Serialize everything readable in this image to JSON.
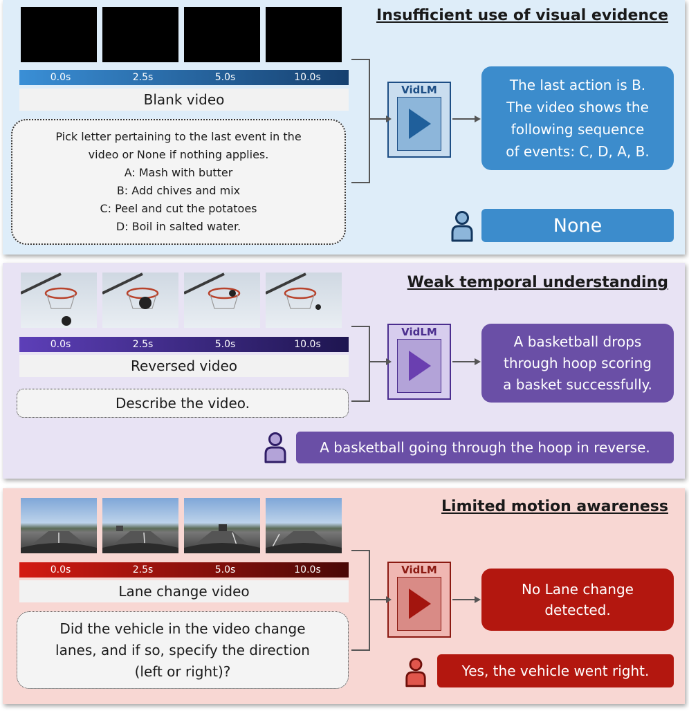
{
  "panels": [
    {
      "heading": "Insufficient use of visual evidence",
      "colors": {
        "bg": "#deedf9",
        "accent": "#3c8ccc",
        "dark": "#1d4e85",
        "inner": "#8db6da",
        "play": "#1f5f9b"
      },
      "timeline": [
        "0.0s",
        "2.5s",
        "5.0s",
        "10.0s"
      ],
      "video_label": "Blank video",
      "prompt_lines": [
        "Pick letter pertaining to the last event in the",
        "video or None if nothing applies.",
        "A: Mash with butter",
        "B: Add chives and mix",
        "C: Peel and cut the potatoes",
        "D: Boil in salted water."
      ],
      "model_label": "VidLM",
      "model_answer_lines": [
        "The last action is B.",
        "The video shows the",
        "following sequence",
        "of events: C, D, A, B."
      ],
      "ground_truth": "None"
    },
    {
      "heading": "Weak temporal understanding",
      "colors": {
        "bg": "#e8e3f4",
        "accent": "#6a4fa6",
        "dark": "#4b2e8e",
        "inner": "#b3a3d8",
        "play": "#6a3fb0"
      },
      "timeline": [
        "0.0s",
        "2.5s",
        "5.0s",
        "10.0s"
      ],
      "video_label": "Reversed video",
      "prompt_lines": [
        "Describe the video."
      ],
      "model_label": "VidLM",
      "model_answer_lines": [
        "A basketball drops",
        "through hoop scoring",
        "a basket successfully."
      ],
      "ground_truth": "A basketball going through the hoop in reverse."
    },
    {
      "heading": "Limited motion awareness",
      "colors": {
        "bg": "#f8d7d3",
        "accent": "#b3170f",
        "dark": "#8b1a12",
        "inner": "#d98b86",
        "play": "#a3150e"
      },
      "timeline": [
        "0.0s",
        "2.5s",
        "5.0s",
        "10.0s"
      ],
      "video_label": "Lane change video",
      "prompt_lines": [
        "Did the vehicle in the video change",
        "lanes, and if so, specify the direction",
        "(left or right)?"
      ],
      "model_label": "VidLM",
      "model_answer_lines": [
        "No Lane change",
        "detected."
      ],
      "ground_truth": "Yes, the vehicle went right."
    }
  ]
}
